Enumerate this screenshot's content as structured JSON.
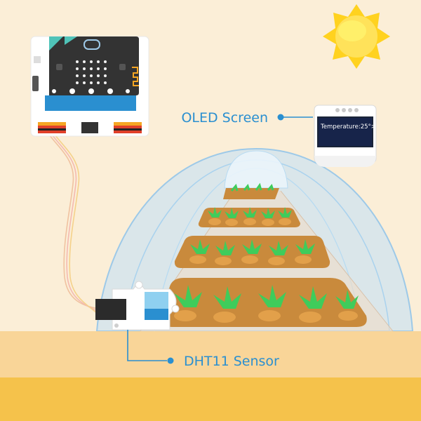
{
  "labels": {
    "oled": "OLED Screen",
    "sensor": "DHT11 Sensor"
  },
  "oled_display": {
    "text": "Temperature:25°>"
  },
  "colors": {
    "background": "#fbeed7",
    "ground_light": "#f9d598",
    "ground_dark": "#f5c24b",
    "accent_blue": "#2a8fd0",
    "sun": "#ffd21f",
    "plant_green": "#3fcc5b",
    "soil": "#c98a3c"
  },
  "icons": {
    "board": "microbit-board-icon",
    "sun": "sun-icon",
    "sensor": "dht11-sensor-icon",
    "screen": "oled-screen-icon"
  }
}
